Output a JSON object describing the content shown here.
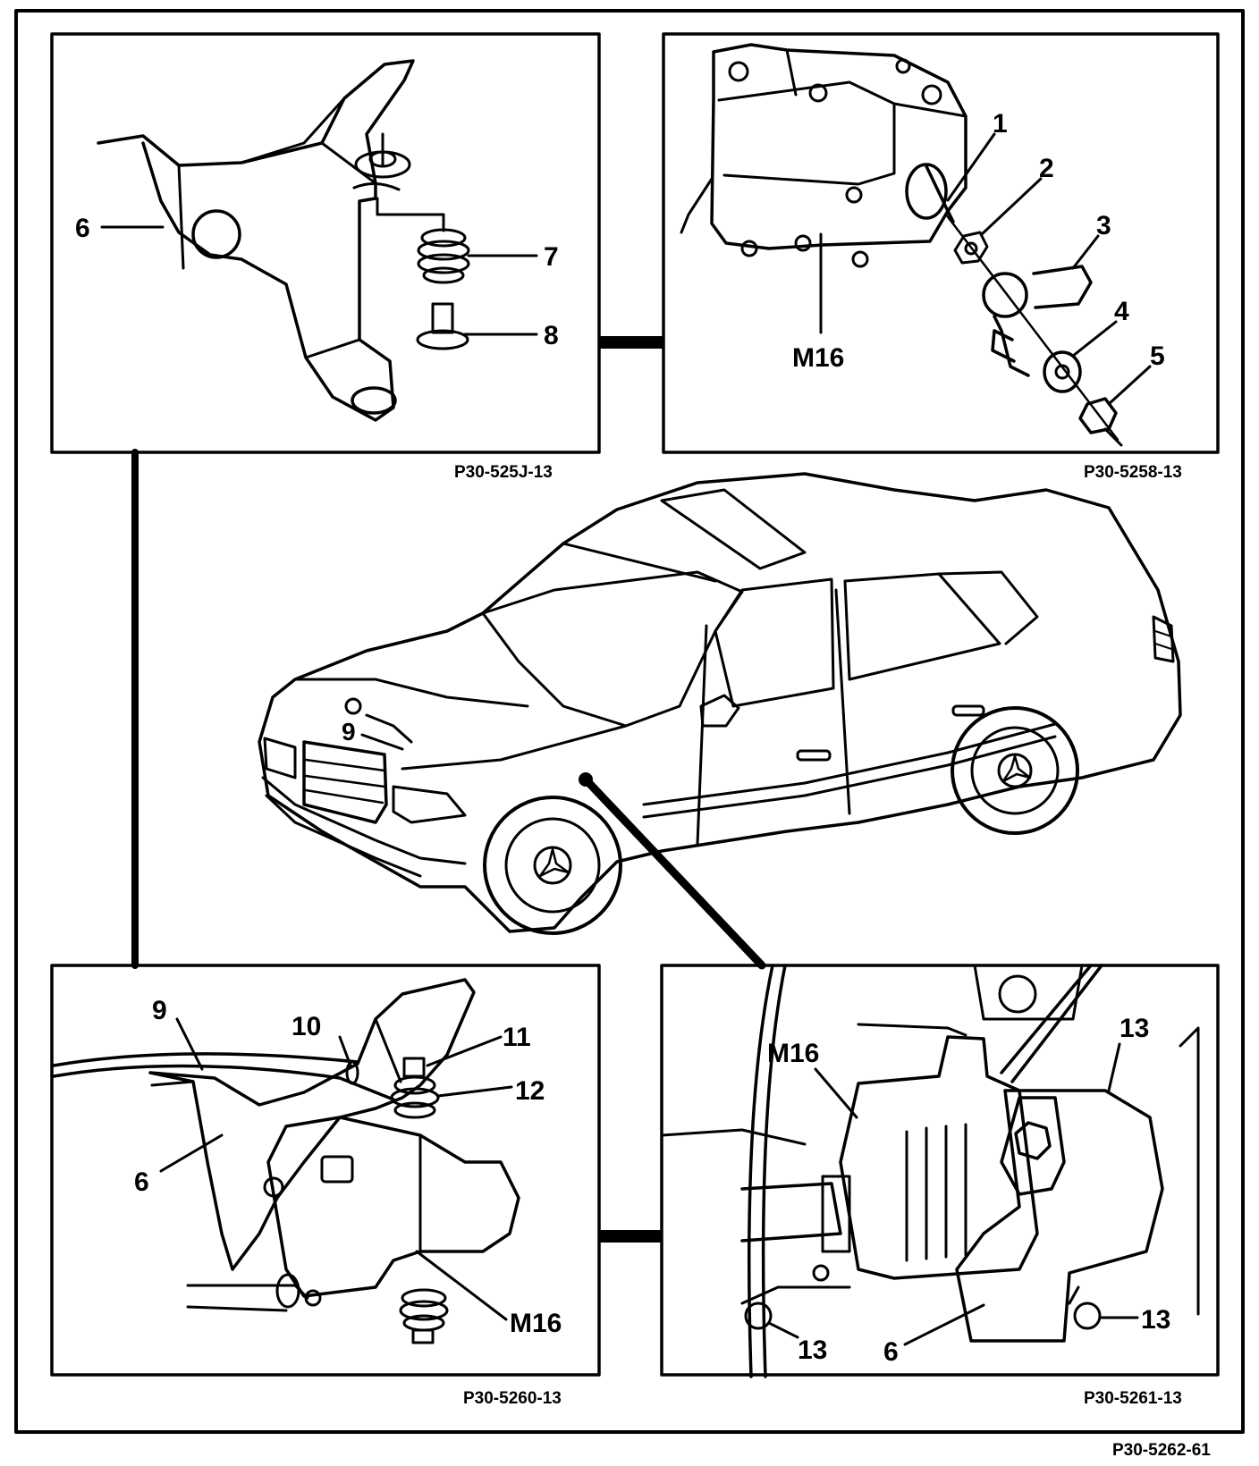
{
  "panels": {
    "top_left": {
      "caption": "P30-525J-13",
      "labels": {
        "l6": "6",
        "l7": "7",
        "l8": "8"
      }
    },
    "top_right": {
      "caption": "P30-5258-13",
      "labels": {
        "l1": "1",
        "l2": "2",
        "l3": "3",
        "l4": "4",
        "l5": "5",
        "m16": "M16"
      }
    },
    "center": {
      "labels": {
        "l9": "9"
      }
    },
    "bottom_left": {
      "caption": "P30-5260-13",
      "labels": {
        "l9": "9",
        "l10": "10",
        "l11": "11",
        "l12": "12",
        "l6": "6",
        "m16": "M16"
      }
    },
    "bottom_right": {
      "caption": "P30-5261-13",
      "labels": {
        "m16": "M16",
        "l13a": "13",
        "l13b": "13",
        "l13c": "13",
        "l6": "6"
      }
    }
  },
  "figure_id": "P30-5262-61"
}
